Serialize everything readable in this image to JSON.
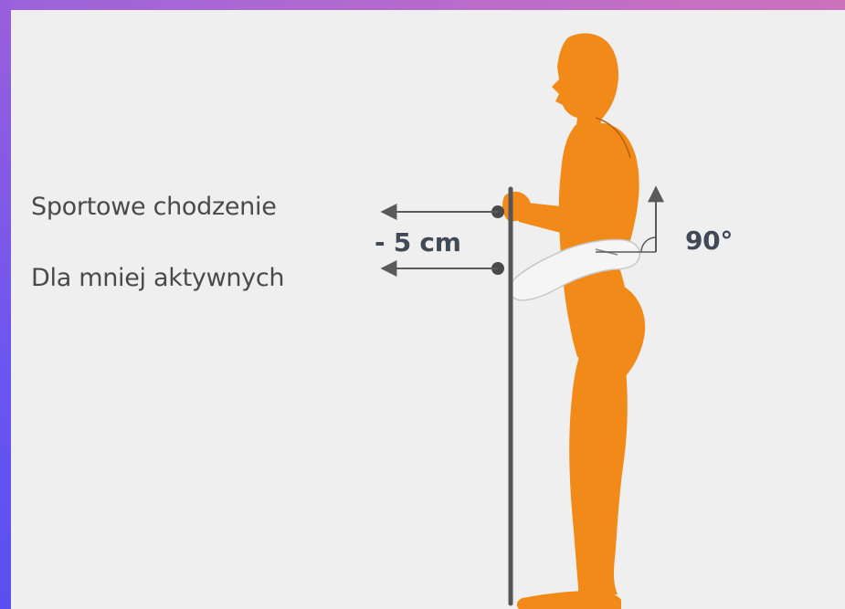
{
  "diagram": {
    "labels": {
      "sport_walking": "Sportowe chodzenie",
      "less_active": "Dla mniej aktywnych",
      "height_diff": "- 5 cm",
      "angle": "90°"
    },
    "colors": {
      "background": "#efefef",
      "figure": "#f28a1a",
      "forearm_highlight": "#f5f5f5",
      "pole": "#555555",
      "arrows": "#5a5a5a",
      "border_gradient_start": "#9a63dc",
      "border_gradient_end": "#e07aa0"
    }
  }
}
